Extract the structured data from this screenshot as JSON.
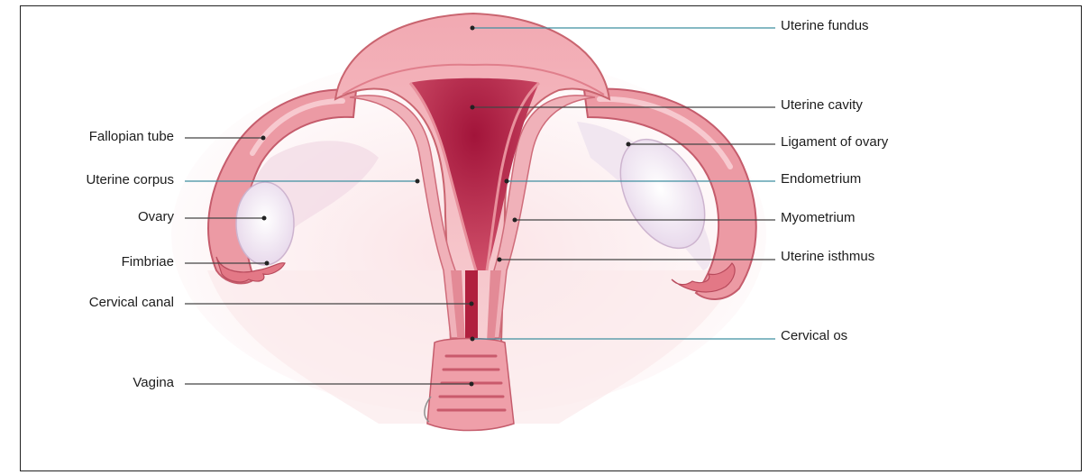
{
  "diagram": {
    "labels_left": {
      "fallopian_tube": "Fallopian tube",
      "uterine_corpus": "Uterine corpus",
      "ovary": "Ovary",
      "fimbriae": "Fimbriae",
      "cervical_canal": "Cervical canal",
      "vagina": "Vagina"
    },
    "labels_right": {
      "uterine_fundus": "Uterine fundus",
      "uterine_cavity": "Uterine cavity",
      "ligament_of_ovary": "Ligament of ovary",
      "endometrium": "Endometrium",
      "myometrium": "Myometrium",
      "uterine_isthmus": "Uterine isthmus",
      "cervical_os": "Cervical os"
    },
    "colors": {
      "tissue_light": "#f4c3c8",
      "tissue_mid": "#e58a94",
      "tissue_dark": "#b0203e",
      "ovary": "#efe4f0",
      "leader_left": "#444444",
      "leader_right": "#3f8fa0"
    }
  }
}
